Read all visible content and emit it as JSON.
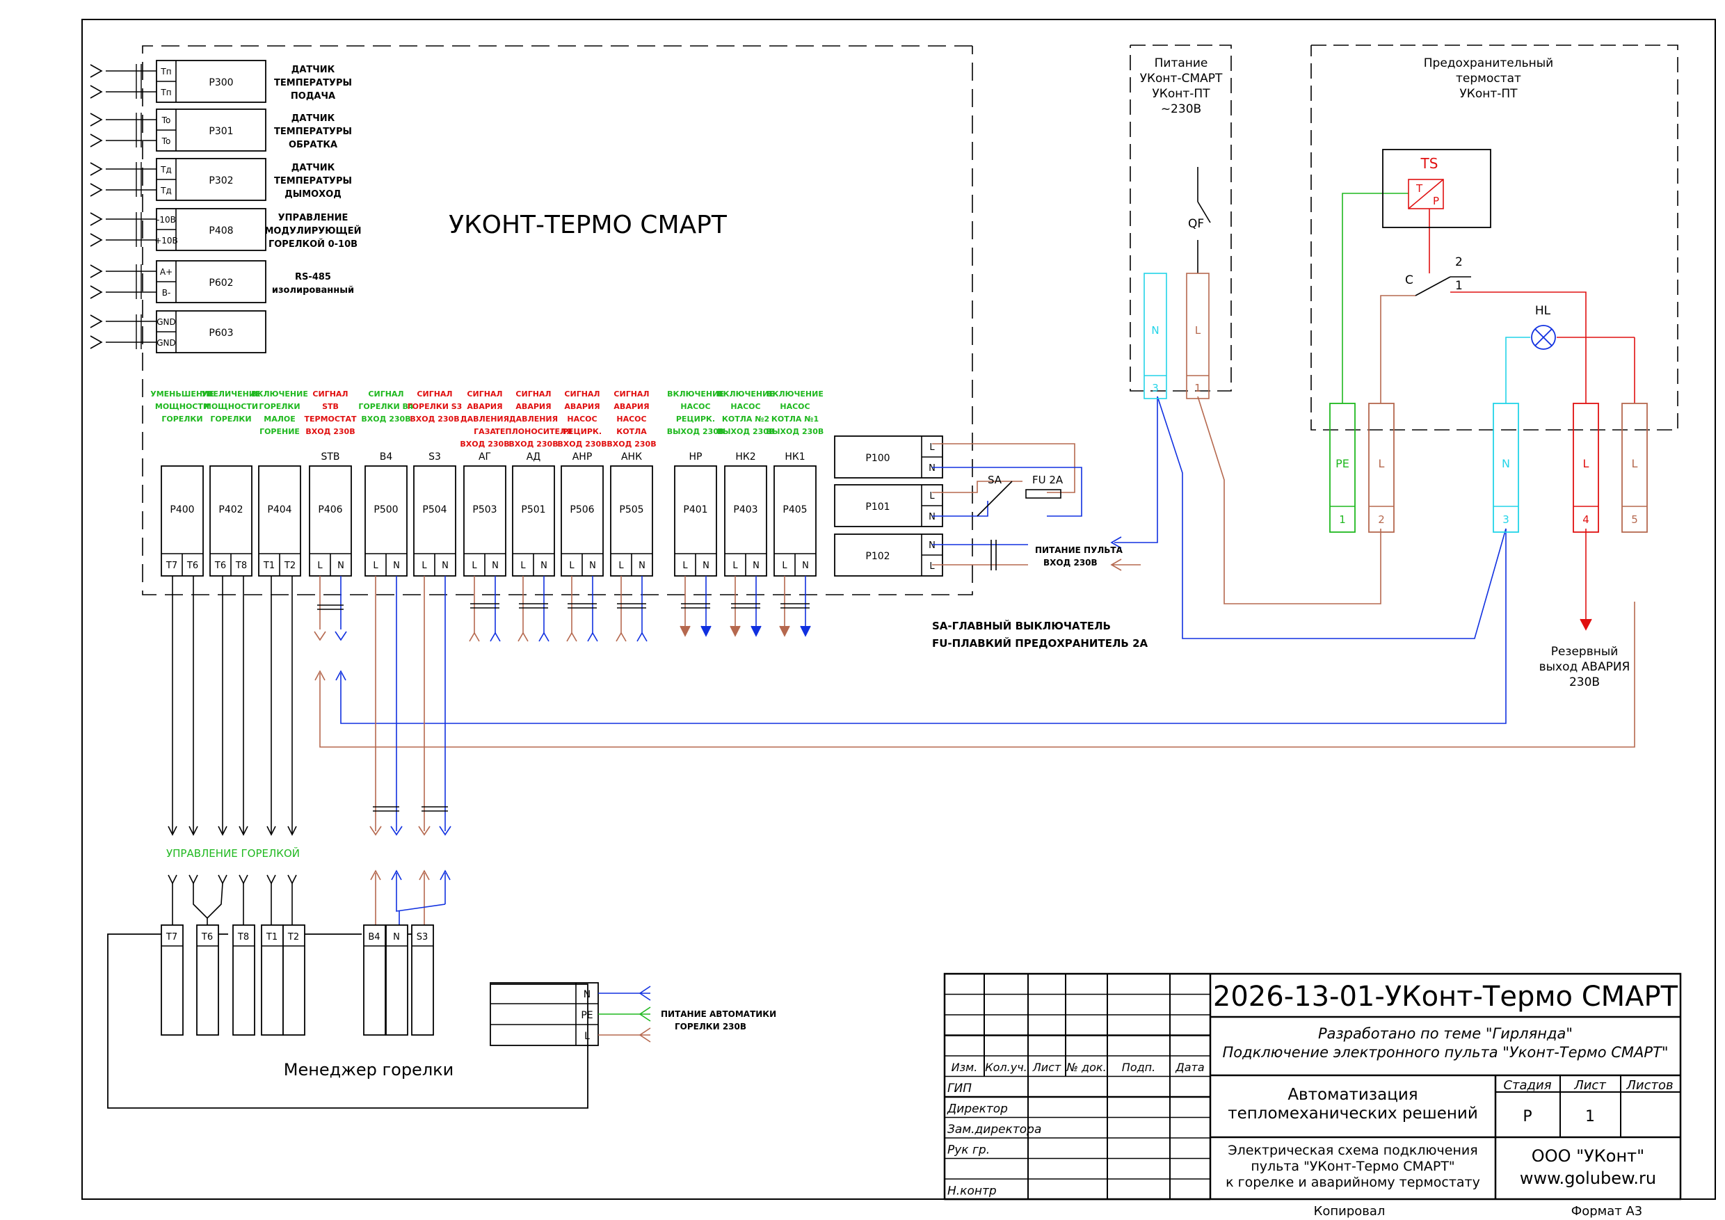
{
  "colors": {
    "brown": "#b5684e",
    "blue": "#1030e0",
    "green": "#1fb81f",
    "red": "#e01010",
    "cyan": "#22d4e8",
    "black": "#000000"
  },
  "controller": {
    "title": "УКОНТ-ТЕРМО СМАРТ"
  },
  "sensors": [
    {
      "id": "P300",
      "t1": "Tп",
      "t2": "Tп",
      "desc": [
        "ДАТЧИК",
        "ТЕМПЕРАТУРЫ",
        "ПОДАЧА"
      ]
    },
    {
      "id": "P301",
      "t1": "To",
      "t2": "To",
      "desc": [
        "ДАТЧИК",
        "ТЕМПЕРАТУРЫ",
        "ОБРАТКА"
      ]
    },
    {
      "id": "P302",
      "t1": "Tд",
      "t2": "Tд",
      "desc": [
        "ДАТЧИК",
        "ТЕМПЕРАТУРЫ",
        "ДЫМОХОД"
      ]
    },
    {
      "id": "P408",
      "t1": "-10В",
      "t2": "+10В",
      "desc": [
        "УПРАВЛЕНИЕ",
        "МОДУЛИРУЮЩЕЙ",
        "ГОРЕЛКОЙ 0-10В"
      ]
    },
    {
      "id": "P602",
      "t1": "A+",
      "t2": "B-",
      "desc": [
        "RS-485",
        "изолированный"
      ]
    },
    {
      "id": "P603",
      "t1": "GND",
      "t2": "GND",
      "desc": []
    }
  ],
  "modules": [
    {
      "id": "P400",
      "top": "",
      "t1": "T7",
      "t2": "T6",
      "desc": [
        "УМЕНЬШЕНИЕ",
        "МОЩНОСТИ",
        "ГОРЕЛКИ"
      ],
      "color": "green"
    },
    {
      "id": "P402",
      "top": "",
      "t1": "T6",
      "t2": "T8",
      "desc": [
        "УВЕЛИЧЕНИЕ",
        "МОЩНОСТИ",
        "ГОРЕЛКИ"
      ],
      "color": "green"
    },
    {
      "id": "P404",
      "top": "",
      "t1": "T1",
      "t2": "T2",
      "desc": [
        "ВКЛЮЧЕНИЕ",
        "ГОРЕЛКИ",
        "МАЛОЕ",
        "ГОРЕНИЕ"
      ],
      "color": "green"
    },
    {
      "id": "P406",
      "top": "STB",
      "t1": "L",
      "t2": "N",
      "desc": [
        "СИГНАЛ",
        "STB",
        "ТЕРМОСТАТ",
        "ВХОД 230В"
      ],
      "color": "red"
    },
    {
      "id": "P500",
      "top": "B4",
      "t1": "L",
      "t2": "N",
      "desc": [
        "СИГНАЛ",
        "ГОРЕЛКИ B4",
        "ВХОД 230В"
      ],
      "color": "green"
    },
    {
      "id": "P504",
      "top": "S3",
      "t1": "L",
      "t2": "N",
      "desc": [
        "СИГНАЛ",
        "ГОРЕЛКИ S3",
        "ВХОД 230В"
      ],
      "color": "red"
    },
    {
      "id": "P503",
      "top": "АГ",
      "t1": "L",
      "t2": "N",
      "desc": [
        "СИГНАЛ",
        "АВАРИЯ",
        "ДАВЛЕНИЯ",
        "ГАЗА",
        "ВХОД 230В"
      ],
      "color": "red"
    },
    {
      "id": "P501",
      "top": "АД",
      "t1": "L",
      "t2": "N",
      "desc": [
        "СИГНАЛ",
        "АВАРИЯ",
        "ДАВЛЕНИЯ",
        "ТЕПЛОНОСИТЕЛЯ",
        "ВХОД 230В"
      ],
      "color": "red"
    },
    {
      "id": "P506",
      "top": "АНР",
      "t1": "L",
      "t2": "N",
      "desc": [
        "СИГНАЛ",
        "АВАРИЯ",
        "НАСОС",
        "РЕЦИРК.",
        "ВХОД 230В"
      ],
      "color": "red"
    },
    {
      "id": "P505",
      "top": "АНК",
      "t1": "L",
      "t2": "N",
      "desc": [
        "СИГНАЛ",
        "АВАРИЯ",
        "НАСОС",
        "КОТЛА",
        "ВХОД 230В"
      ],
      "color": "red"
    },
    {
      "id": "P401",
      "top": "НР",
      "t1": "L",
      "t2": "N",
      "desc": [
        "ВКЛЮЧЕНИЕ",
        "НАСОС",
        "РЕЦИРК.",
        "ВЫХОД 230В"
      ],
      "color": "green"
    },
    {
      "id": "P403",
      "top": "НК2",
      "t1": "L",
      "t2": "N",
      "desc": [
        "ВКЛЮЧЕНИЕ",
        "НАСОС",
        "КОТЛА №2",
        "ВЫХОД 230В"
      ],
      "color": "green"
    },
    {
      "id": "P405",
      "top": "НК1",
      "t1": "L",
      "t2": "N",
      "desc": [
        "ВКЛЮЧЕНИЕ",
        "НАСОС",
        "КОТЛА №1",
        "ВЫХОД 230В"
      ],
      "color": "green"
    }
  ],
  "power_modules": [
    {
      "id": "P100",
      "t1": "L",
      "t2": "N"
    },
    {
      "id": "P101",
      "t1": "L",
      "t2": "N"
    },
    {
      "id": "P102",
      "t1": "N",
      "t2": "L"
    }
  ],
  "power_labels": {
    "sa": "SA",
    "fu": "FU 2A",
    "panel_power": [
      "ПИТАНИЕ ПУЛЬТА",
      "ВХОД 230В"
    ]
  },
  "legend": [
    "SA-ГЛАВНЫЙ ВЫКЛЮЧАТЕЛЬ",
    "FU-ПЛАВКИЙ ПРЕДОХРАНИТЕЛЬ 2А"
  ],
  "burner_control_label": "УПРАВЛЕНИЕ ГОРЕЛКОЙ",
  "supply_box": {
    "title": [
      "Питание",
      "УКонт-СМАРТ",
      "УКонт-ПТ",
      "~230В"
    ],
    "qf": "QF",
    "term_n": "N",
    "term_l": "L",
    "num_n": "3",
    "num_l": "1"
  },
  "thermostat_box": {
    "title": [
      "Предохранительный",
      "термостат",
      "УКонт-ПТ"
    ],
    "ts": "TS",
    "ts_t": "T",
    "ts_p": "P",
    "c": "C",
    "n2": "2",
    "n1": "1",
    "hl": "HL",
    "terminals": [
      {
        "label": "PE",
        "num": "1",
        "color": "green"
      },
      {
        "label": "L",
        "num": "2",
        "color": "brown"
      },
      {
        "label": "N",
        "num": "3",
        "color": "cyan"
      },
      {
        "label": "L",
        "num": "4",
        "color": "red"
      },
      {
        "label": "L",
        "num": "5",
        "color": "brown"
      }
    ],
    "reserve": [
      "Резервный",
      "выход АВАРИЯ",
      "230В"
    ]
  },
  "burner_manager": {
    "title": "Менеджер горелки",
    "terminals": [
      "T7",
      "T6",
      "T8",
      "T1",
      "T2",
      "B4",
      "N",
      "S3"
    ],
    "pe_terms": [
      "N",
      "PE",
      "L"
    ],
    "power_label": [
      "ПИТАНИЕ АВТОМАТИКИ",
      "ГОРЕЛКИ 230В"
    ]
  },
  "title_block": {
    "doc_number": "2026-13-01-УКонт-Термо СМАРТ",
    "subtitle1": "Разработано по теме \"Гирлянда\"",
    "subtitle2": "Подключение электронного пульта \"Уконт-Термо СМАРТ\"",
    "columns": [
      "Изм.",
      "Кол.уч.",
      "Лист",
      "№ док.",
      "Подп.",
      "Дата"
    ],
    "roles": [
      "ГИП",
      "Директор",
      "Зам.директора",
      "Рук гр.",
      "",
      "Н.контр"
    ],
    "project": [
      "Автоматизация",
      "тепломеханических решений"
    ],
    "stage_label": "Стадия",
    "sheet_label": "Лист",
    "sheets_label": "Листов",
    "stage": "Р",
    "sheet": "1",
    "sheets": "",
    "drawing_title": [
      "Электрическая схема подключения",
      "пульта \"УКонт-Термо СМАРТ\"",
      "к горелке и аварийному термостату"
    ],
    "company": "ООО \"УКонт\"",
    "site": "www.golubew.ru",
    "copied": "Копировал",
    "format": "Формат А3"
  }
}
